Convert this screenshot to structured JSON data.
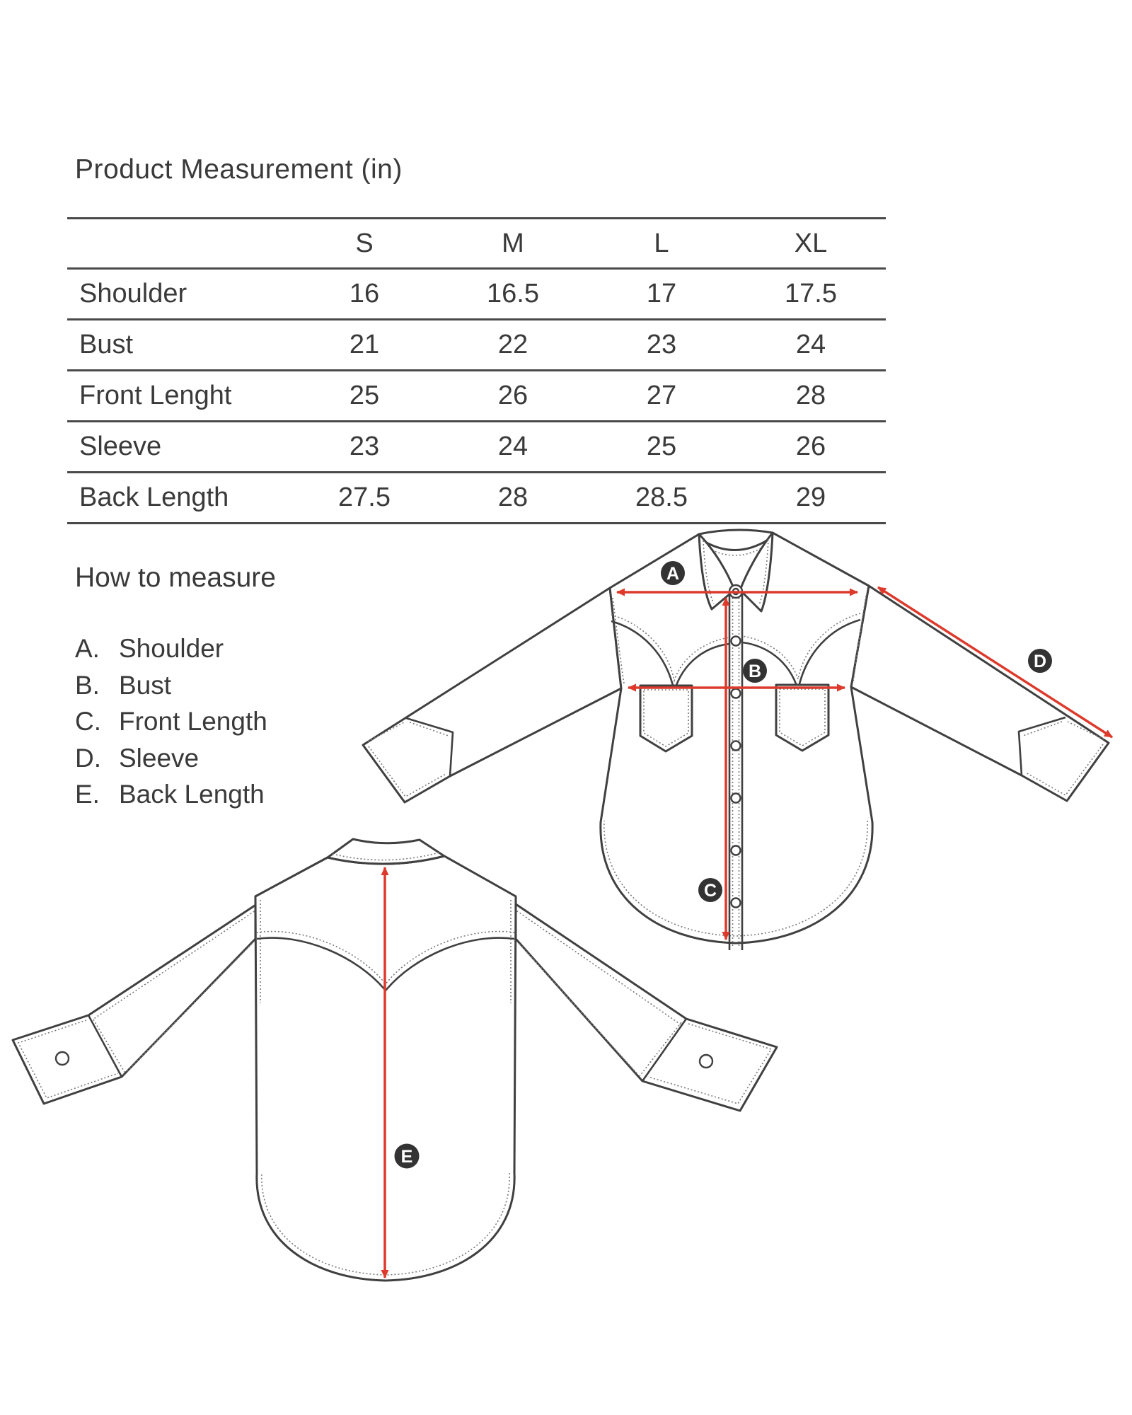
{
  "page": {
    "title": "Product Measurement (in)"
  },
  "size_table": {
    "size_columns": [
      "S",
      "M",
      "L",
      "XL"
    ],
    "rows": [
      {
        "label": "Shoulder",
        "values": [
          "16",
          "16.5",
          "17",
          "17.5"
        ]
      },
      {
        "label": "Bust",
        "values": [
          "21",
          "22",
          "23",
          "24"
        ]
      },
      {
        "label": "Front Lenght",
        "values": [
          "25",
          "26",
          "27",
          "28"
        ]
      },
      {
        "label": "Sleeve",
        "values": [
          "23",
          "24",
          "25",
          "26"
        ]
      },
      {
        "label": "Back Length",
        "values": [
          "27.5",
          "28",
          "28.5",
          "29"
        ]
      }
    ]
  },
  "how_to_measure": {
    "heading": "How to measure",
    "items": [
      {
        "letter": "A.",
        "label": "Shoulder"
      },
      {
        "letter": "B.",
        "label": "Bust"
      },
      {
        "letter": "C.",
        "label": "Front Length"
      },
      {
        "letter": "D.",
        "label": "Sleeve"
      },
      {
        "letter": "E.",
        "label": "Back Length"
      }
    ]
  },
  "diagram": {
    "front_view_markers": [
      {
        "letter": "A"
      },
      {
        "letter": "B"
      },
      {
        "letter": "C"
      },
      {
        "letter": "D"
      }
    ],
    "back_view_markers": [
      {
        "letter": "E"
      }
    ]
  },
  "colors": {
    "accent_red": "#dd3a2c",
    "drawing_line": "#404040",
    "badge_background": "#333333",
    "text": "#3a3a3a"
  }
}
